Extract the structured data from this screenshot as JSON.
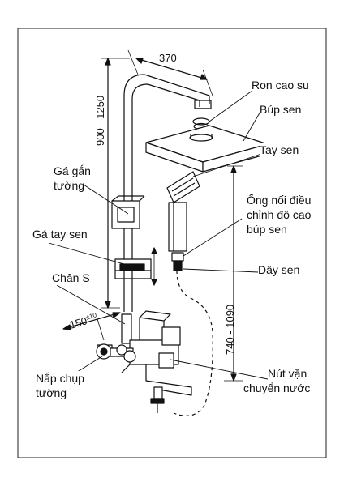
{
  "labels": {
    "ron_cao_su": "Ron cao su",
    "bup_sen": "Búp sen",
    "tay_sen": "Tay sen",
    "ong_noi_line1": "Ống nối điều",
    "ong_noi_line2": "chỉnh độ cao",
    "ong_noi_line3": "búp sen",
    "day_sen": "Dây sen",
    "ga_gan_line1": "Gá gắn",
    "ga_gan_line2": "tường",
    "ga_tay_sen": "Gá tay sen",
    "chan_s": "Chân S",
    "nap_chup_line1": "Nắp chụp",
    "nap_chup_line2": "tường",
    "nut_van_line1": "Nút vặn",
    "nut_van_line2": "chuyển nước"
  },
  "dimensions": {
    "width_top": "370",
    "height_column": "900 - 1250",
    "height_mixer": "740 - 1090",
    "spacing_main": "150",
    "spacing_tol": "±10"
  }
}
